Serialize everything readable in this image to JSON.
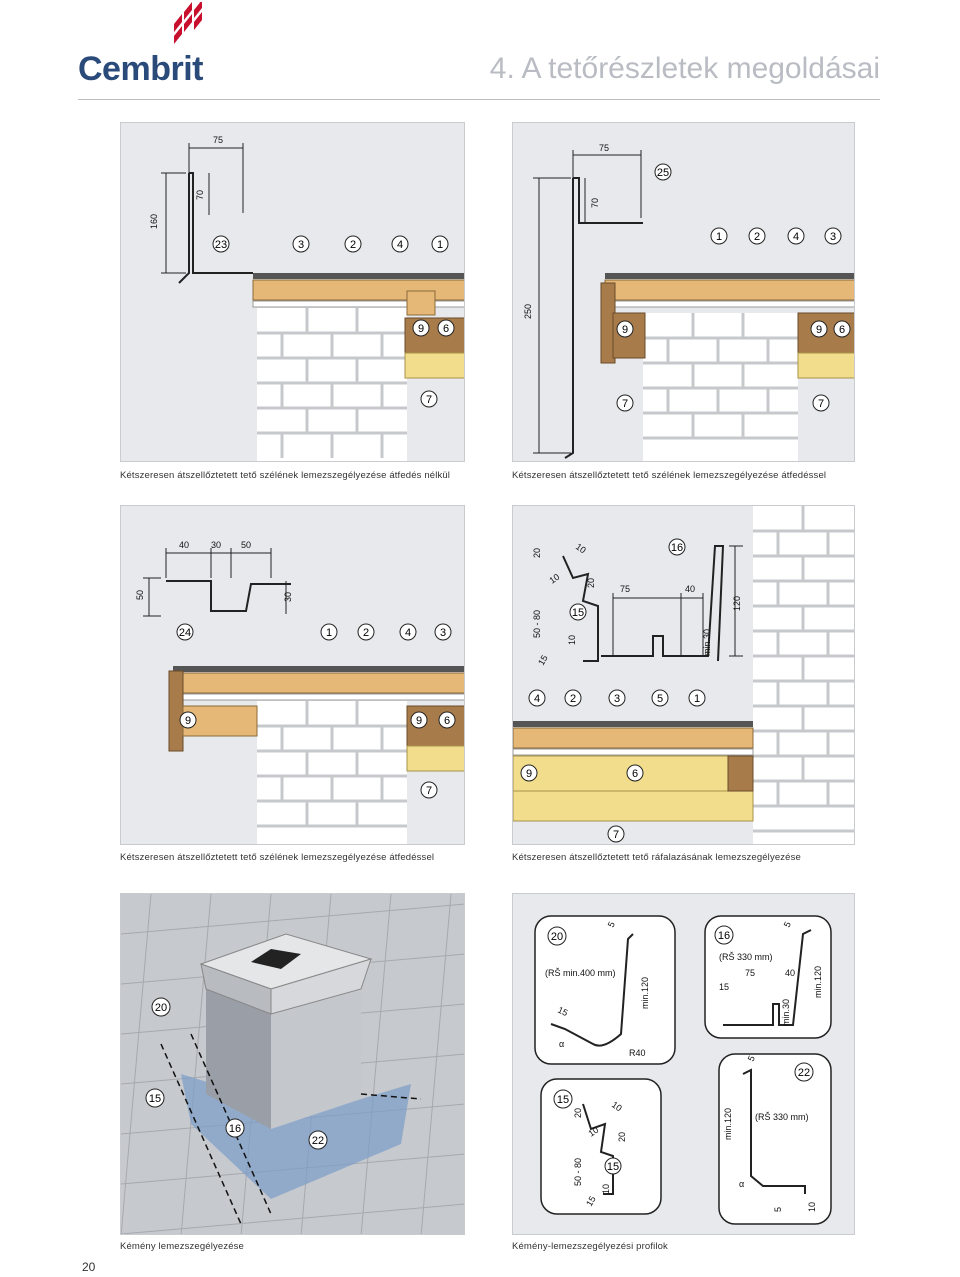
{
  "brand": {
    "name": "Cembrit"
  },
  "header": {
    "title": "4. A tetőrészletek megoldásai"
  },
  "panels": {
    "p1": {
      "caption": "Kétszeresen átszellőztetett tető szélének lemezszegélyezése átfedés nélkül",
      "dims": [
        "75",
        "70",
        "160"
      ],
      "labels": [
        "23",
        "3",
        "2",
        "4",
        "1",
        "9",
        "6",
        "7"
      ]
    },
    "p2": {
      "caption": "Kétszeresen átszellőztetett tető szélének lemezszegélyezése átfedéssel",
      "dims": [
        "75",
        "70",
        "250"
      ],
      "labels": [
        "25",
        "1",
        "2",
        "4",
        "3",
        "9",
        "9",
        "6",
        "7",
        "7"
      ]
    },
    "p3": {
      "caption": "Kétszeresen átszellőztetett tető szélének lemezszegélyezése átfedéssel",
      "dims": [
        "40",
        "30",
        "50",
        "50",
        "30"
      ],
      "labels": [
        "24",
        "1",
        "2",
        "4",
        "3",
        "9",
        "9",
        "6",
        "7"
      ]
    },
    "p4": {
      "caption": "Kétszeresen átszellőztetett tető ráfalazásának lemezszegélyezése",
      "dims": [
        "20",
        "10",
        "10",
        "20",
        "50 - 80",
        "10",
        "15",
        "75",
        "40",
        "120",
        "min.30"
      ],
      "labels": [
        "16",
        "15",
        "4",
        "2",
        "3",
        "5",
        "1",
        "9",
        "6",
        "7"
      ]
    },
    "p5": {
      "caption": "Kémény lemezszegélyezése",
      "labels": [
        "20",
        "15",
        "16",
        "22"
      ]
    },
    "p6": {
      "caption": "Kémény-lemezszegélyezési profilok",
      "d20": {
        "label": "20",
        "note": "(RŠ min.400 mm)",
        "dims": [
          "5",
          "15",
          "min.120",
          "R40"
        ],
        "alpha": "α"
      },
      "d16": {
        "label": "16",
        "note": "(RŠ 330 mm)",
        "dims": [
          "5",
          "75",
          "40",
          "15",
          "min.30",
          "min.120"
        ]
      },
      "d15": {
        "label": "15",
        "dims": [
          "20",
          "10",
          "10",
          "20",
          "15",
          "50 - 80",
          "10",
          "15"
        ]
      },
      "d22": {
        "label": "22",
        "note": "(RŠ 330 mm)",
        "dims": [
          "5",
          "min.120",
          "5",
          "10"
        ],
        "alpha": "α"
      }
    }
  },
  "footer": {
    "page_number": "20"
  },
  "colors": {
    "brand_blue": "#2a4a7a",
    "brand_red": "#c8102e",
    "title_gray": "#b9bcc3",
    "timber": "#e6b877",
    "insulation": "#f1dd8c",
    "flashing_blue": "#7b9cc9"
  }
}
